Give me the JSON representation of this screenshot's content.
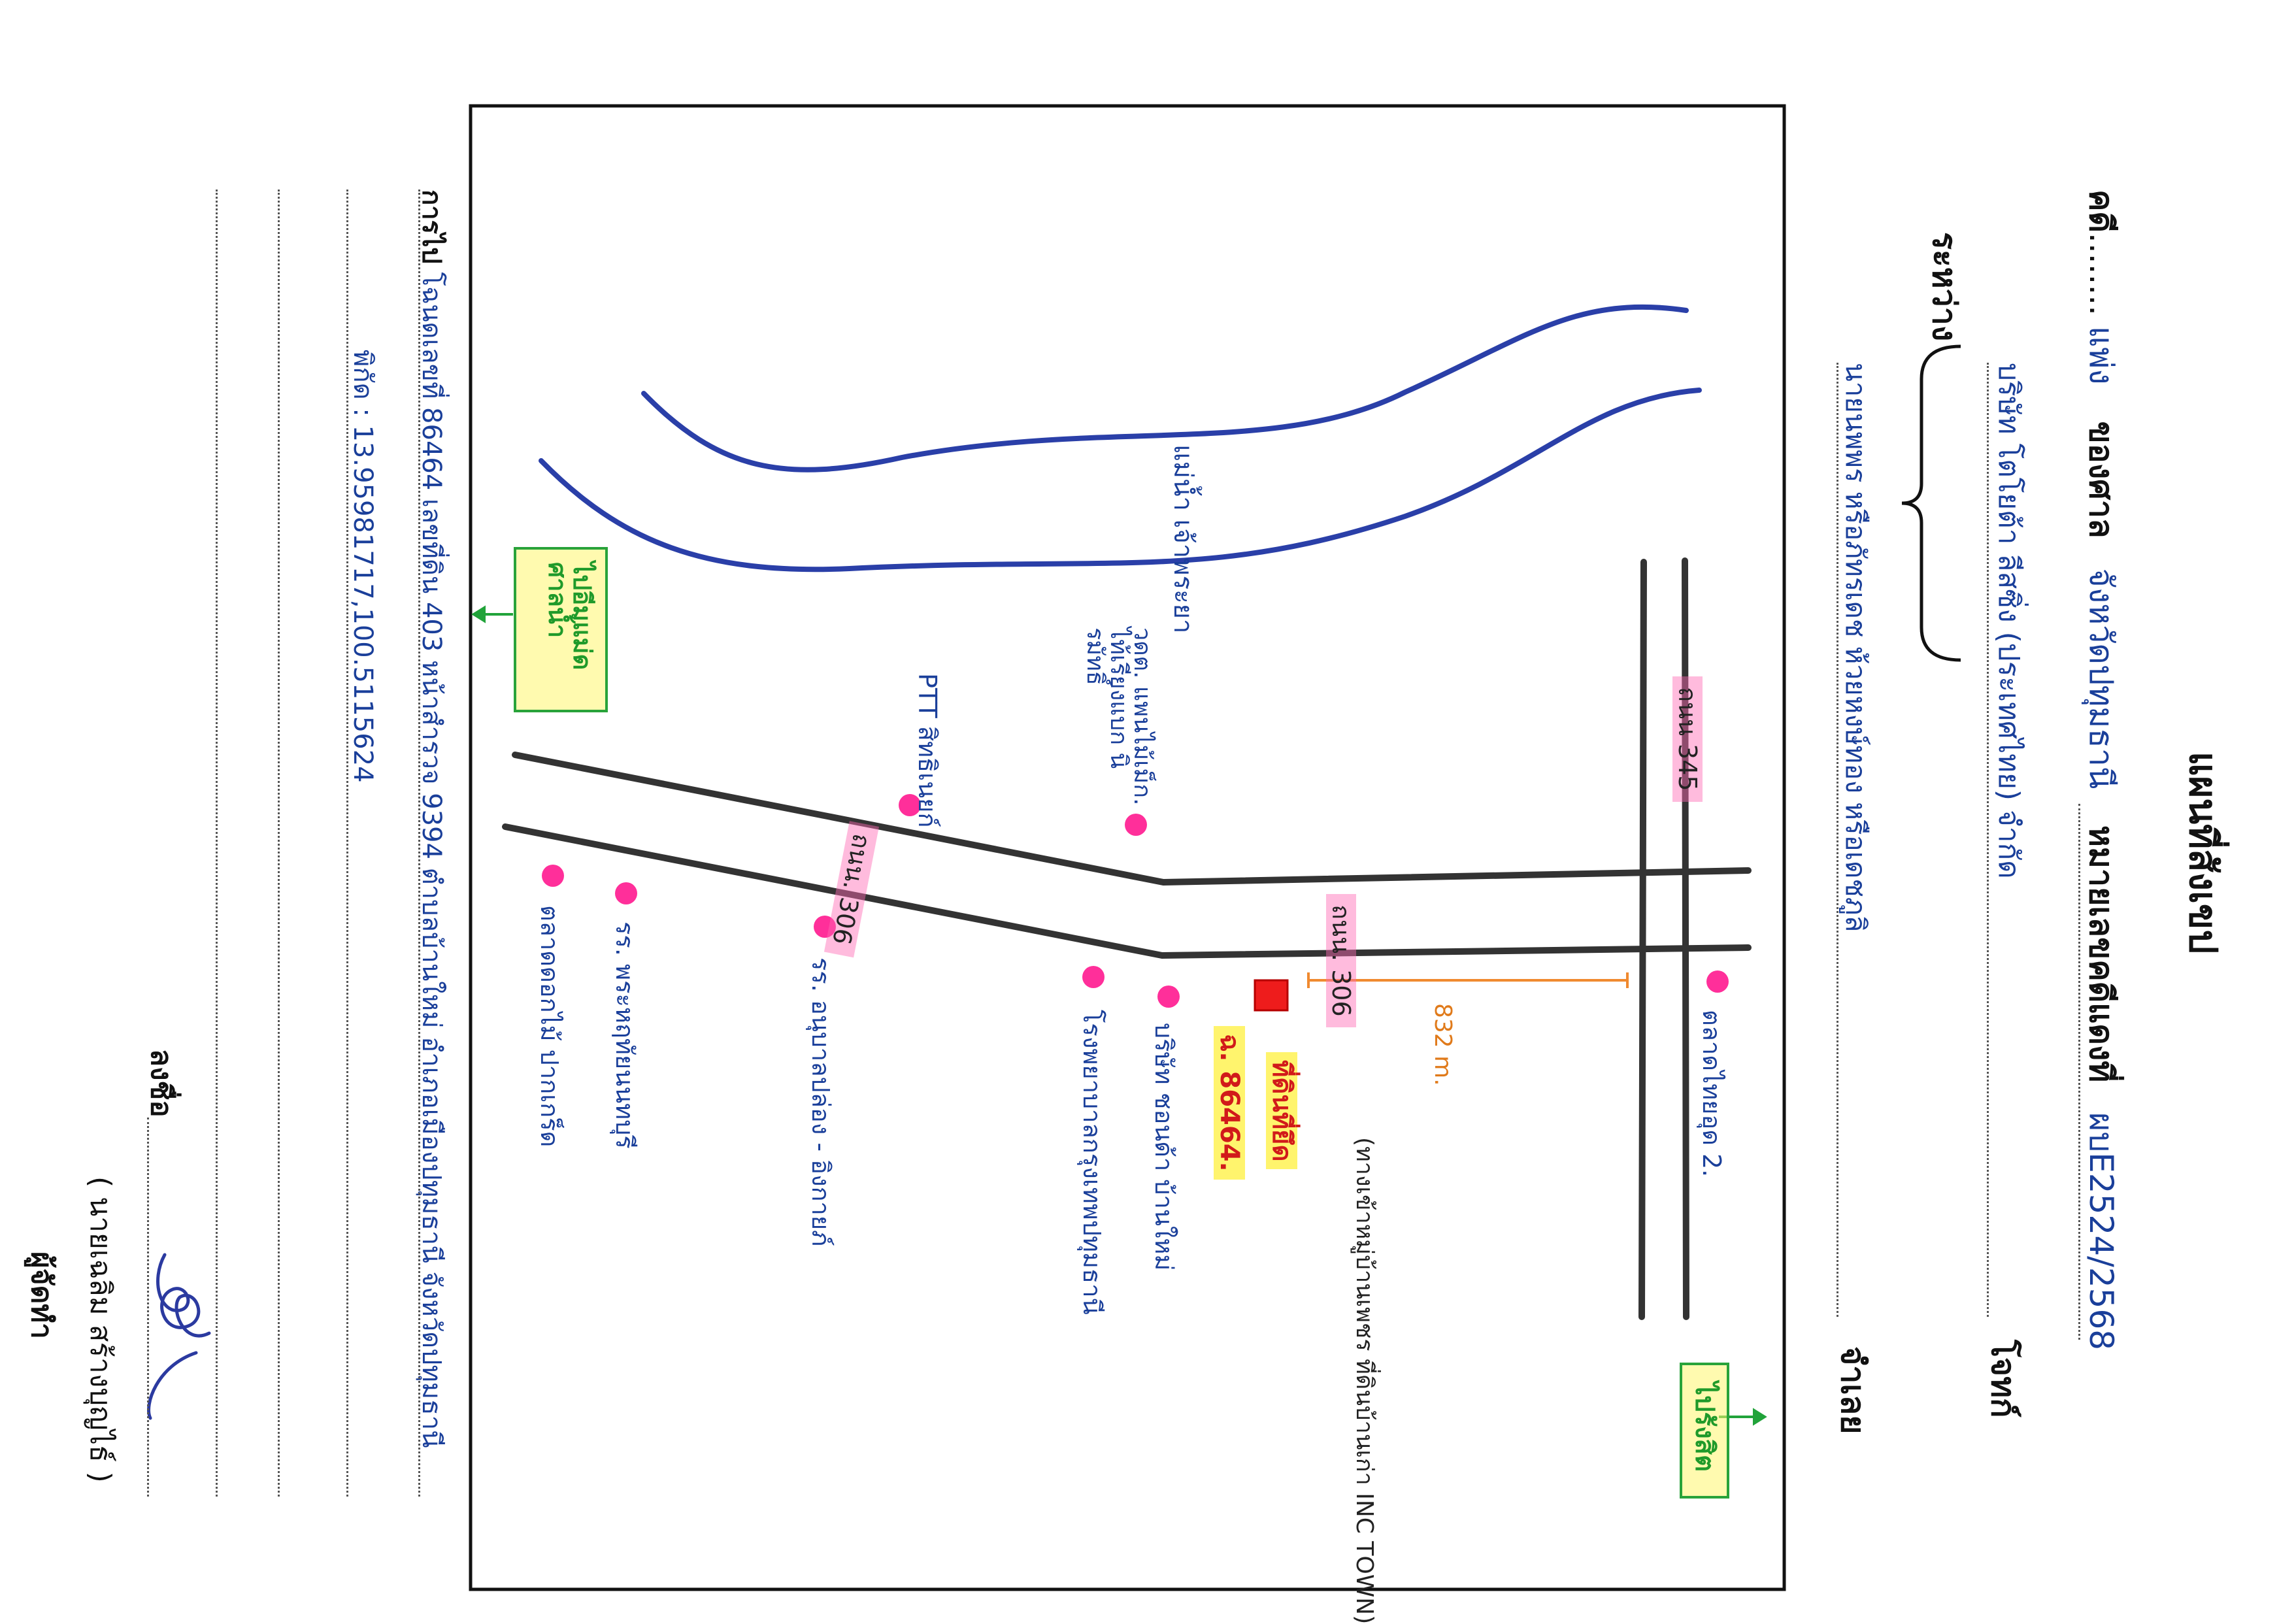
{
  "form": {
    "title": "แผนที่สังเขป",
    "case_label": "คดี",
    "case_dots": "........",
    "case_type": "แพ่ง",
    "court_label": "ของศาล",
    "court_name": "จังหวัดปทุมธานี",
    "black_case_label": "หมายเลขคดีแดงที่",
    "black_case_no": "ผบE2524/2568",
    "between_label": "ระหว่าง",
    "plaintiff": "บริษัท โตโยต้า ลีสซิ่ง (ประเทศไทย) จำกัด",
    "plaintiff_role": "โจทก์",
    "defendant": "นายนพพร หรือภัทรเดช ห้วยหงษ์ทอง หรือเดชภูลิ",
    "defendant_role": "จำเลย"
  },
  "map": {
    "river_label": "แม่น้ำ เจ้าพระยา",
    "road_306_upper": "ถนน. 306",
    "road_306_lower": "ถนน. 306",
    "road_345": "ถนน 345",
    "distance": "832 m.",
    "property_label": "ที่ดินที่ยึด",
    "property_deed": "ฉ. 86464.",
    "landmarks": [
      "ตลาดไทยอุด 2.",
      "บริษัท ชอนด้า บ้านใหม่",
      "โรงพยาบาลกรุงเทพปทุมธานี",
      "รร. อนุบาลปล่อง - อิงกายภ์",
      "รร. พระหฤทัยนนทบุรี",
      "ตลาดดอกไม้ ปากเกร็ด",
      "PTT สิทธิเนยก์",
      "วดต. แพนไม้เม็ก. ไท้เรียงแบก นิรมัทธิ์"
    ],
    "property_note": "(ทางเข้าหมู่บ้านเพชร ที่ดินบ้านเก่า INC TOWN)",
    "direction_up": "ไปรังสิต",
    "direction_down": "ไปอีมแม่ด ศาลน้ำ"
  },
  "footer": {
    "location_label": "การไป",
    "location_text": "โฉนดเลขที่ 86464 เลขที่ดิน 403 หน้าสำรวจ 9394 ตำบลบ้านใหม่ อำเภอเมืองปทุมธานี จังหวัดปทุมธานี",
    "coords": "พิกัด : 13.95981717,100.5115624",
    "sign_label": "ลงชื่อ",
    "signer": "นายเฉลิม สร้างบุญไธ์",
    "signer_role": "ผู้จัดทำ",
    "signature_glyph": "Cwy"
  },
  "colors": {
    "river": "#2a3fa8",
    "road": "#333333",
    "dot": "#ff2f9a",
    "frame": "#111111",
    "property_marker": "#ee1c1c",
    "measure": "#f08a30",
    "arrow": "#21a33a"
  }
}
